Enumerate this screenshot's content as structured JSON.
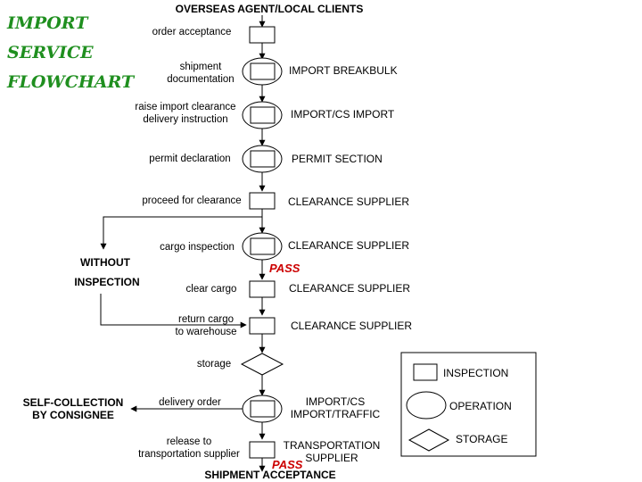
{
  "title_lines": [
    "IMPORT",
    "SERVICE",
    "FLOWCHART"
  ],
  "top_label": "OVERSEAS AGENT/LOCAL CLIENTS",
  "steps": [
    {
      "label": [
        "order acceptance"
      ],
      "role": [],
      "symbol": "inspection"
    },
    {
      "label": [
        "shipment",
        "documentation"
      ],
      "role": [
        "IMPORT BREAKBULK"
      ],
      "symbol": "inspection+operation"
    },
    {
      "label": [
        "raise import clearance",
        "delivery instruction"
      ],
      "role": [
        "IMPORT/CS IMPORT"
      ],
      "symbol": "inspection+operation"
    },
    {
      "label": [
        "permit declaration"
      ],
      "role": [
        "PERMIT SECTION"
      ],
      "symbol": "inspection+operation"
    },
    {
      "label": [
        "proceed for clearance"
      ],
      "role": [
        "CLEARANCE SUPPLIER"
      ],
      "symbol": "inspection"
    },
    {
      "label": [
        "cargo inspection"
      ],
      "role": [
        "CLEARANCE SUPPLIER"
      ],
      "symbol": "inspection+operation"
    },
    {
      "label": [
        "clear cargo"
      ],
      "role": [
        "CLEARANCE SUPPLIER"
      ],
      "symbol": "inspection"
    },
    {
      "label": [
        "return cargo",
        "to warehouse"
      ],
      "role": [
        "CLEARANCE SUPPLIER"
      ],
      "symbol": "inspection"
    },
    {
      "label": [
        "storage"
      ],
      "role": [],
      "symbol": "storage"
    },
    {
      "label": [
        "delivery order"
      ],
      "role": [
        "IMPORT/CS",
        "IMPORT/TRAFFIC"
      ],
      "symbol": "inspection+operation"
    },
    {
      "label": [
        "release to",
        "transportation supplier"
      ],
      "role": [
        "TRANSPORTATION",
        "SUPPLIER"
      ],
      "symbol": "inspection"
    }
  ],
  "without_inspection": [
    "WITHOUT",
    "INSPECTION"
  ],
  "self_collection": [
    "SELF-COLLECTION",
    "BY CONSIGNEE"
  ],
  "pass_label": "PASS",
  "bottom_label": "SHIPMENT ACCEPTANCE",
  "legend": [
    {
      "symbol": "inspection",
      "label": "INSPECTION"
    },
    {
      "symbol": "operation",
      "label": "OPERATION"
    },
    {
      "symbol": "storage",
      "label": "STORAGE"
    }
  ],
  "colors": {
    "title": "#1f8f1f",
    "pass": "#cc0000"
  }
}
